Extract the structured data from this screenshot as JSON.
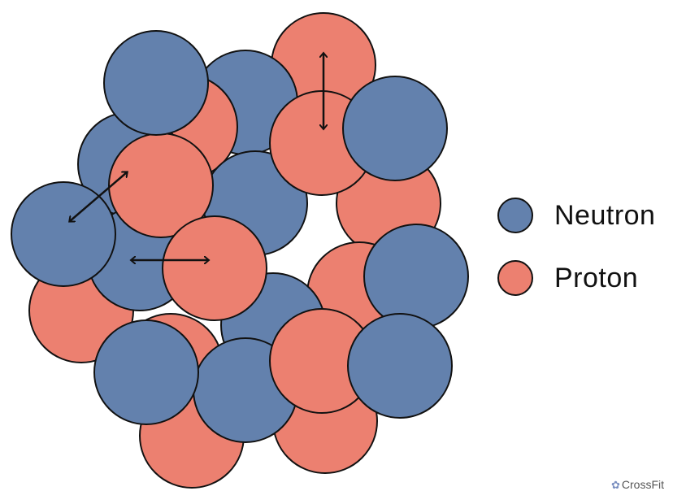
{
  "colors": {
    "neutron": "#6381ad",
    "proton": "#ec8070",
    "outline": "#111111"
  },
  "legend": {
    "neutron_label": "Neutron",
    "proton_label": "Proton"
  },
  "watermark": {
    "text": "CrossFit",
    "icon": "logo-icon"
  }
}
